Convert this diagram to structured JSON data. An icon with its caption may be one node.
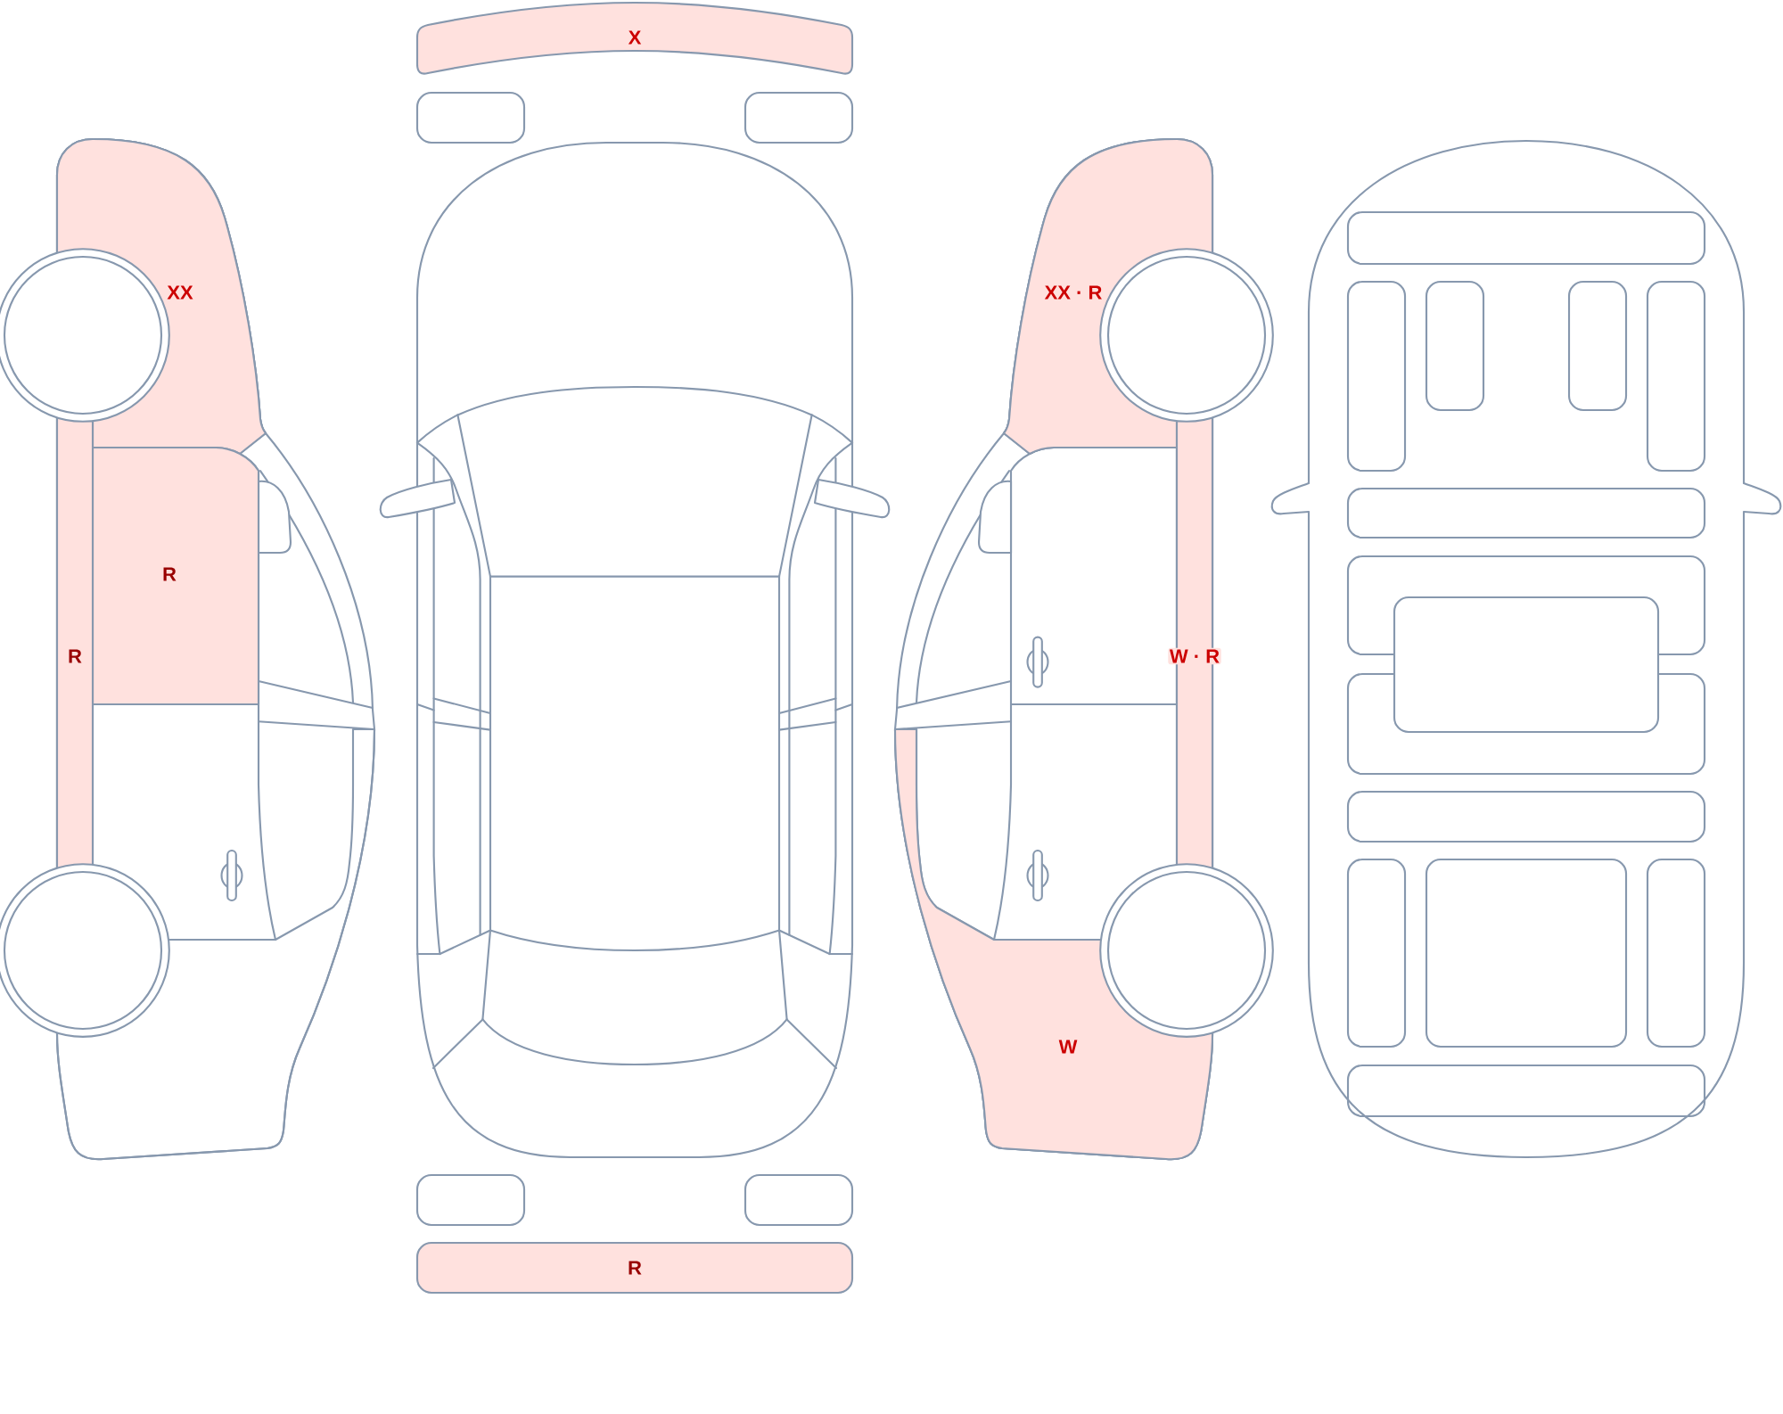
{
  "diagram": {
    "nodes": [
      {
        "text": [
          "X"
        ]
      },
      {
        "text": [
          "XX"
        ]
      },
      {
        "text": [
          "XX · R"
        ]
      },
      {
        "text": [
          "R"
        ]
      },
      {
        "text": [
          "R"
        ]
      },
      {
        "text": [
          "W · R"
        ]
      },
      {
        "text": [
          "W"
        ]
      },
      {
        "text": [
          "R"
        ]
      }
    ]
  }
}
